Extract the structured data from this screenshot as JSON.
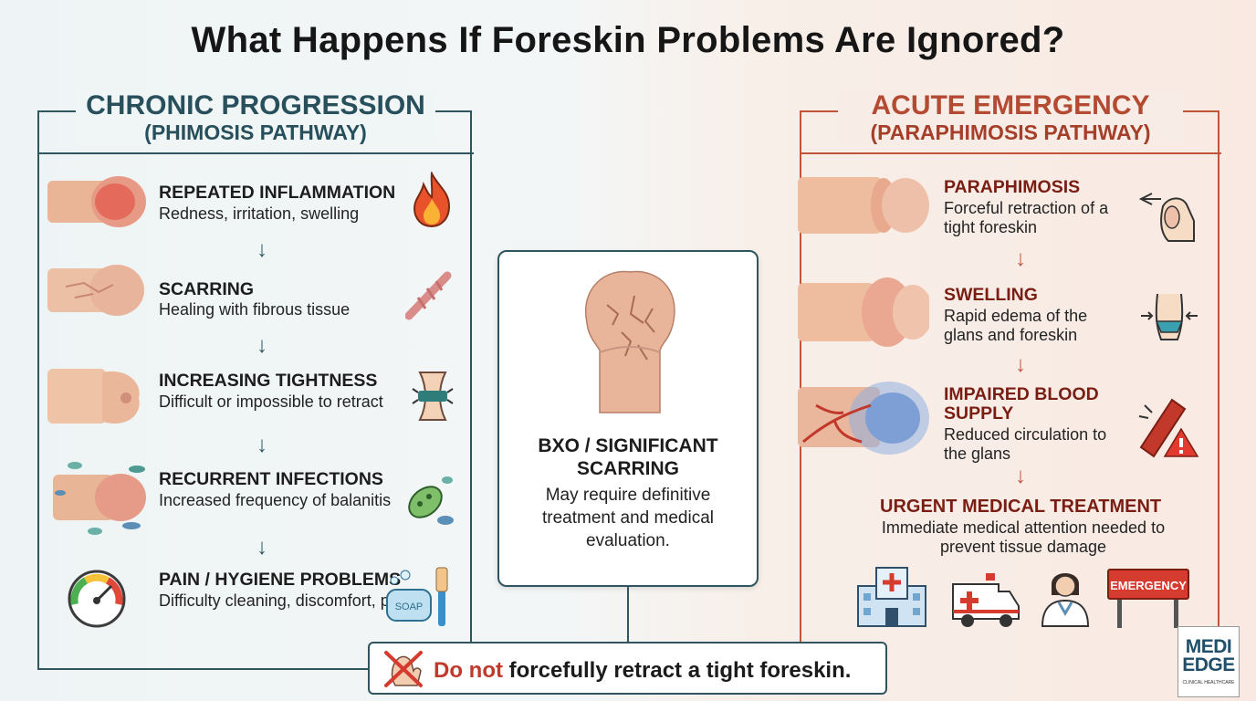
{
  "title": "What Happens If Foreskin Problems Are Ignored?",
  "left": {
    "heading1": "CHRONIC PROGRESSION",
    "heading2": "(PHIMOSIS PATHWAY)",
    "steps": [
      {
        "title": "REPEATED INFLAMMATION",
        "desc": "Redness, irritation, swelling",
        "icon": "fire-icon"
      },
      {
        "title": "SCARRING",
        "desc": "Healing with fibrous tissue",
        "icon": "scar-icon"
      },
      {
        "title": "INCREASING TIGHTNESS",
        "desc": "Difficult or impossible to retract",
        "icon": "constriction-icon"
      },
      {
        "title": "RECURRENT INFECTIONS",
        "desc": "Increased frequency of balanitis",
        "icon": "bacteria-icon"
      },
      {
        "title": "PAIN / HYGIENE PROBLEMS",
        "desc": "Difficulty cleaning, discomfort, pain",
        "icon": "soap-brush-icon"
      }
    ],
    "arrow": "↓"
  },
  "right": {
    "heading1": "ACUTE EMERGENCY",
    "heading2": "(PARAPHIMOSIS PATHWAY)",
    "steps": [
      {
        "title": "PARAPHIMOSIS",
        "desc": "Forceful retraction of a tight foreskin",
        "icon": "hand-retraction-icon"
      },
      {
        "title": "SWELLING",
        "desc": "Rapid edema of the glans and foreskin",
        "icon": "swelling-icon"
      },
      {
        "title": "IMPAIRED BLOOD SUPPLY",
        "desc": "Reduced circulation to the glans",
        "icon": "blood-vessel-warning-icon"
      }
    ],
    "emergency_title": "URGENT MEDICAL TREATMENT",
    "emergency_desc": "Immediate medical attention needed to prevent tissue damage",
    "emergency_sign": "EMERGENCY",
    "arrow": "↓"
  },
  "center": {
    "title": "BXO / SIGNIFICANT SCARRING",
    "desc": "May require definitive treatment and medical evaluation."
  },
  "warning": {
    "prefix": "Do not",
    "rest": " forcefully retract a tight foreskin."
  },
  "logo": {
    "line1": "MEDI",
    "line2": "EDGE",
    "line3": "CLINICAL HEALTHCARE"
  },
  "colors": {
    "chronic": "#2f5660",
    "acute": "#c0553a",
    "danger": "#c0392b"
  }
}
